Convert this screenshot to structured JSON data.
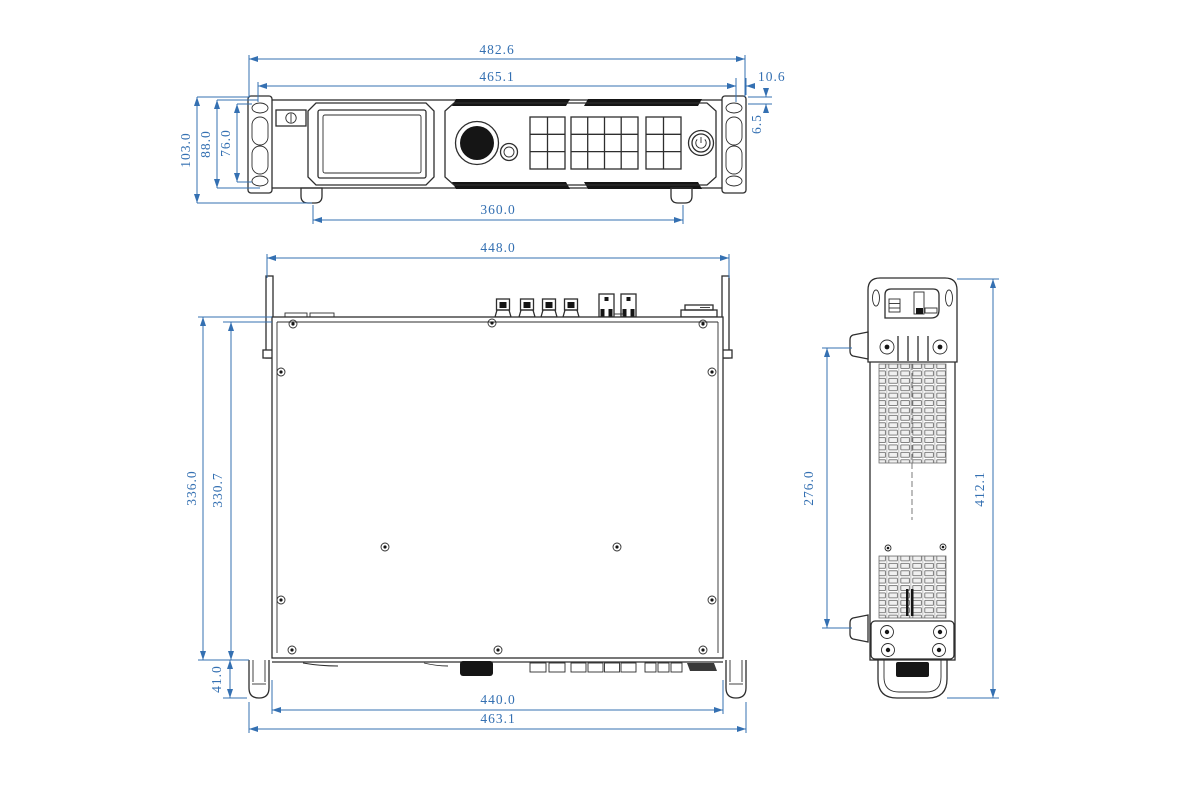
{
  "drawing_type": "mechanical-dimension-drawing",
  "views": {
    "front": "front-view",
    "top": "top-view",
    "side": "side-view"
  },
  "dims": {
    "front_overall_width": "482.6",
    "front_inner_width": "465.1",
    "front_ear_tab": "10.6",
    "front_flange": "6.5",
    "front_total_height": "103.0",
    "front_body_height": "88.0",
    "front_panel_height": "76.0",
    "front_feet_span": "360.0",
    "top_overall_width": "448.0",
    "top_total_depth": "336.0",
    "top_body_depth": "330.7",
    "top_handle_depth": "41.0",
    "top_body_width": "440.0",
    "top_handle_span": "463.1",
    "side_ear_spacing": "276.0",
    "side_total_height": "412.1"
  },
  "colors": {
    "dimension_blue": "#3470b2",
    "outline_dark": "#2e2e2e",
    "background": "#ffffff"
  },
  "icons": {
    "power": "power-icon"
  }
}
